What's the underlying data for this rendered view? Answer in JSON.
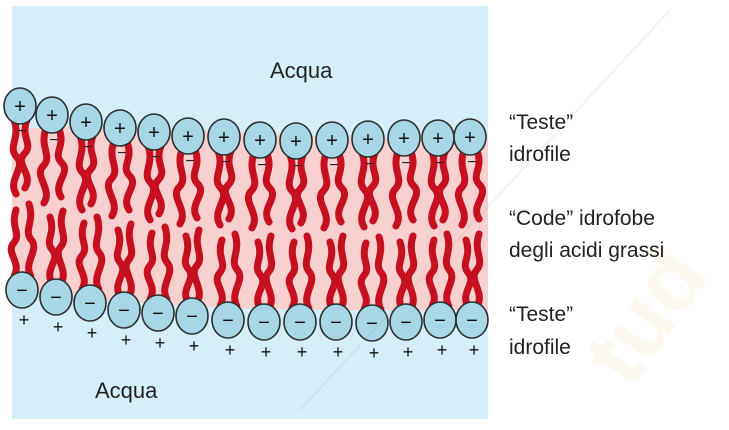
{
  "diagram": {
    "water_top": "Acqua",
    "water_bottom": "Acqua",
    "heads_top": {
      "line1": "“Teste”",
      "line2": "idrofile"
    },
    "tails": {
      "line1": "“Code” idrofobe",
      "line2": "degli acidi grassi"
    },
    "heads_bottom": {
      "line1": "“Teste”",
      "line2": "idrofile"
    },
    "head_top_sign": "+",
    "head_bottom_sign": "−",
    "charge_below_bottom": "+"
  },
  "colors": {
    "water": "#d5eef7",
    "membrane_core": "#f8d0cf",
    "head_fill": "#a7d6e4",
    "head_stroke": "#2d2d2d",
    "tail": "#c7101f"
  }
}
